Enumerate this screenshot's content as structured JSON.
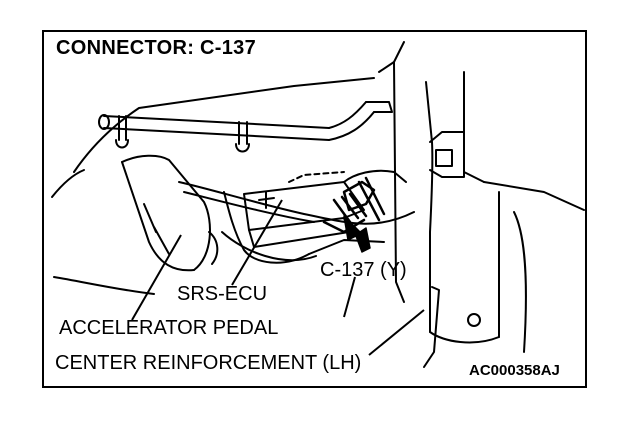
{
  "diagram": {
    "title": "CONNECTOR: C-137",
    "labels": {
      "connector": "C-137 (Y)",
      "srs_ecu": "SRS-ECU",
      "accelerator_pedal": "ACCELERATOR PEDAL",
      "center_reinforcement": "CENTER REINFORCEMENT (LH)"
    },
    "figure_code": "AC000358AJ"
  }
}
